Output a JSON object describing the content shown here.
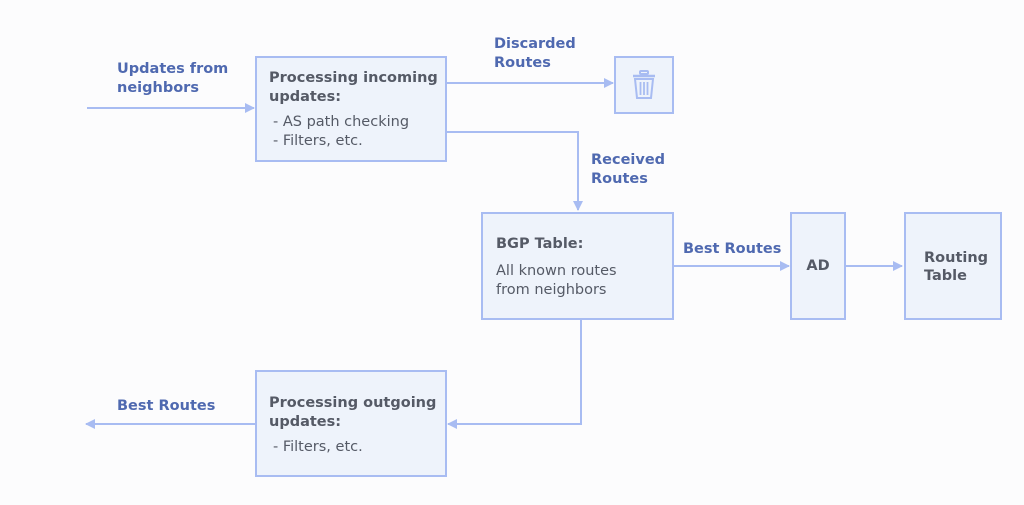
{
  "nodes": {
    "processing_incoming": {
      "title": [
        "Processing incoming",
        "updates:"
      ],
      "lines": [
        "- AS path checking",
        "- Filters, etc."
      ]
    },
    "bgp_table": {
      "title": "BGP Table:",
      "lines": [
        "All known routes",
        "from neighbors"
      ]
    },
    "ad": {
      "title": "AD"
    },
    "routing_table": {
      "title": [
        "Routing",
        "Table"
      ]
    },
    "processing_outgoing": {
      "title": [
        "Processing outgoing",
        "updates:"
      ],
      "lines": [
        "- Filters, etc."
      ]
    }
  },
  "edge_labels": {
    "updates_from_neighbors": [
      "Updates from",
      "neighbors"
    ],
    "discarded_routes": [
      "Discarded",
      "Routes"
    ],
    "received_routes": [
      "Received",
      "Routes"
    ],
    "best_routes_right": "Best Routes",
    "best_routes_left": "Best Routes"
  },
  "icons": {
    "discard_bin": "trash-icon"
  },
  "colors": {
    "node_fill": "#eef3fb",
    "node_border": "#a8bcf2",
    "edge": "#a8bcf2",
    "label_text": "#4f69b0",
    "node_text": "#555a66"
  }
}
